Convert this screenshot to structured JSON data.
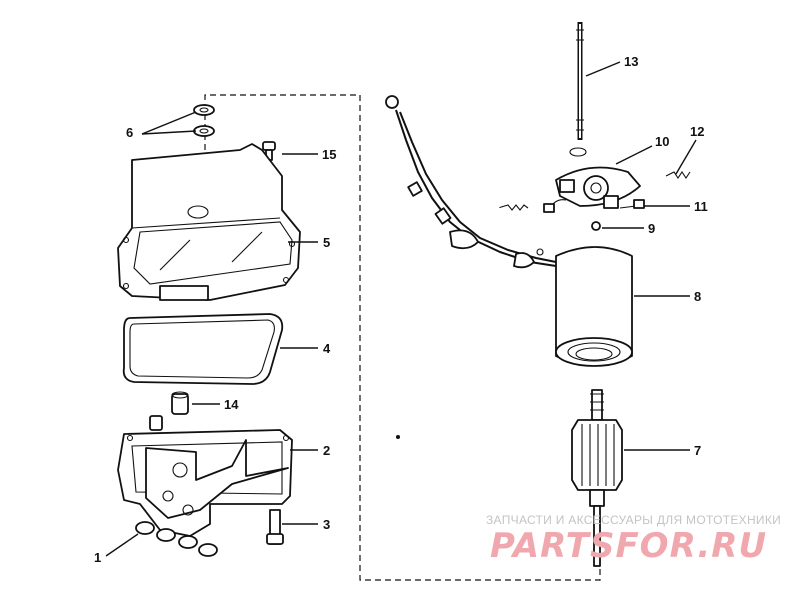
{
  "diagram": {
    "callouts": [
      {
        "id": "1",
        "label": "1"
      },
      {
        "id": "2",
        "label": "2"
      },
      {
        "id": "3",
        "label": "3"
      },
      {
        "id": "4",
        "label": "4"
      },
      {
        "id": "5",
        "label": "5"
      },
      {
        "id": "6",
        "label": "6"
      },
      {
        "id": "7",
        "label": "7"
      },
      {
        "id": "8",
        "label": "8"
      },
      {
        "id": "9",
        "label": "9"
      },
      {
        "id": "10",
        "label": "10"
      },
      {
        "id": "11",
        "label": "11"
      },
      {
        "id": "12",
        "label": "12"
      },
      {
        "id": "13",
        "label": "13"
      },
      {
        "id": "14",
        "label": "14"
      },
      {
        "id": "15",
        "label": "15"
      }
    ]
  },
  "watermark": {
    "tagline": "ЗАПЧАСТИ И АКСЕССУАРЫ ДЛЯ МОТОТЕХНИКИ",
    "logo": "PARTSFOR.RU"
  }
}
